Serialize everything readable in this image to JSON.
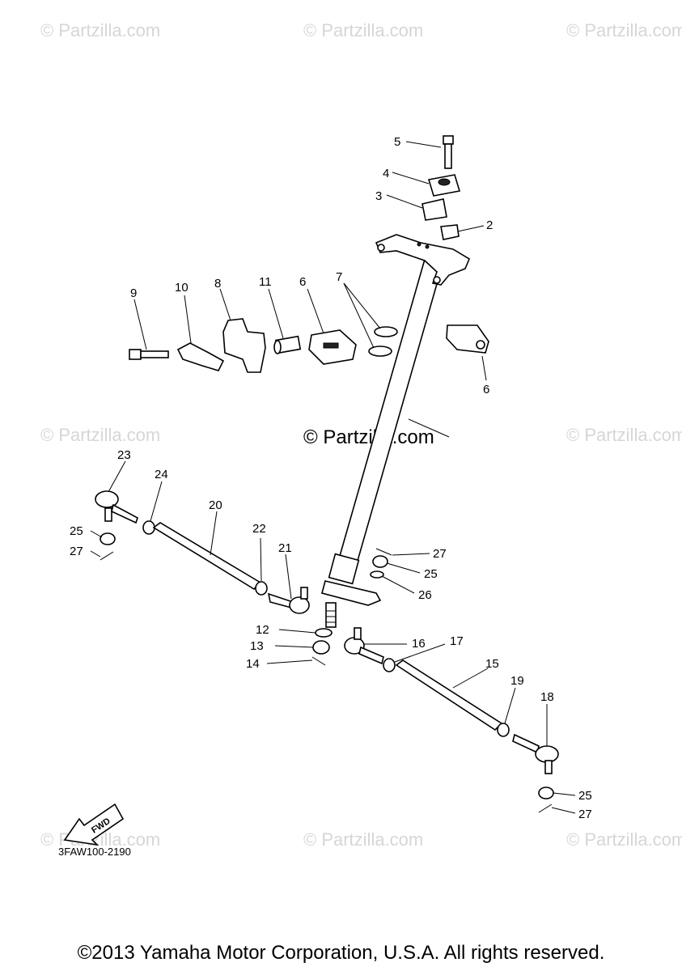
{
  "watermark": {
    "text": "© Partzilla.com",
    "center_text": "© Partzilla.com"
  },
  "callouts": [
    "2",
    "3",
    "4",
    "5",
    "6",
    "6",
    "7",
    "8",
    "9",
    "10",
    "11",
    "12",
    "13",
    "14",
    "15",
    "16",
    "17",
    "18",
    "19",
    "20",
    "21",
    "22",
    "23",
    "24",
    "25",
    "25",
    "25",
    "26",
    "27",
    "27",
    "27"
  ],
  "fwd_label": "FWD",
  "diagram_code": "3FAW100-2190",
  "copyright": "©2013 Yamaha Motor Corporation, U.S.A. All rights reserved."
}
